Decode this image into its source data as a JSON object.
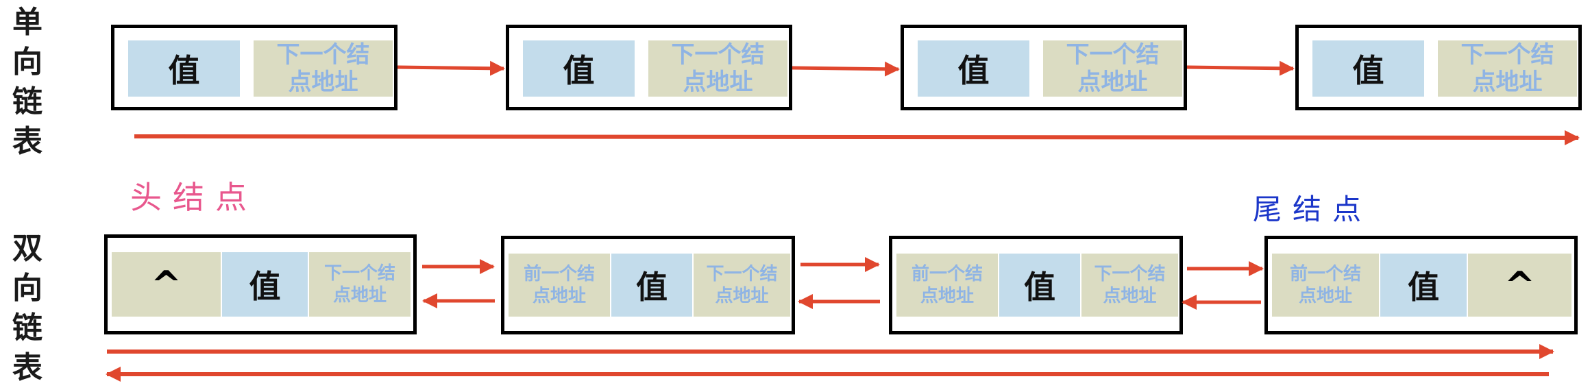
{
  "colors": {
    "arrow": "#e0472e",
    "value_cell": "#c3dceb",
    "addr_cell": "#dbdcc2",
    "addr_text": "#8fb4e4",
    "head_label": "#e8578d",
    "tail_label": "#1b36c9"
  },
  "singly": {
    "label": [
      "单",
      "向",
      "链",
      "表"
    ],
    "nodes": [
      {
        "value": "值",
        "next": [
          "下一个结",
          "点地址"
        ]
      },
      {
        "value": "值",
        "next": [
          "下一个结",
          "点地址"
        ]
      },
      {
        "value": "值",
        "next": [
          "下一个结",
          "点地址"
        ]
      },
      {
        "value": "值",
        "next": [
          "下一个结",
          "点地址"
        ]
      }
    ]
  },
  "doubly": {
    "label": [
      "双",
      "向",
      "链",
      "表"
    ],
    "head_label": "头结点",
    "tail_label": "尾结点",
    "head_node": {
      "prev": "^",
      "value": "值",
      "next": [
        "下一个结",
        "点地址"
      ]
    },
    "middle_nodes": [
      {
        "prev": [
          "前一个结",
          "点地址"
        ],
        "value": "值",
        "next": [
          "下一个结",
          "点地址"
        ]
      },
      {
        "prev": [
          "前一个结",
          "点地址"
        ],
        "value": "值",
        "next": [
          "下一个结",
          "点地址"
        ]
      }
    ],
    "tail_node": {
      "prev": [
        "前一个结",
        "点地址"
      ],
      "value": "值",
      "next": "^"
    }
  }
}
